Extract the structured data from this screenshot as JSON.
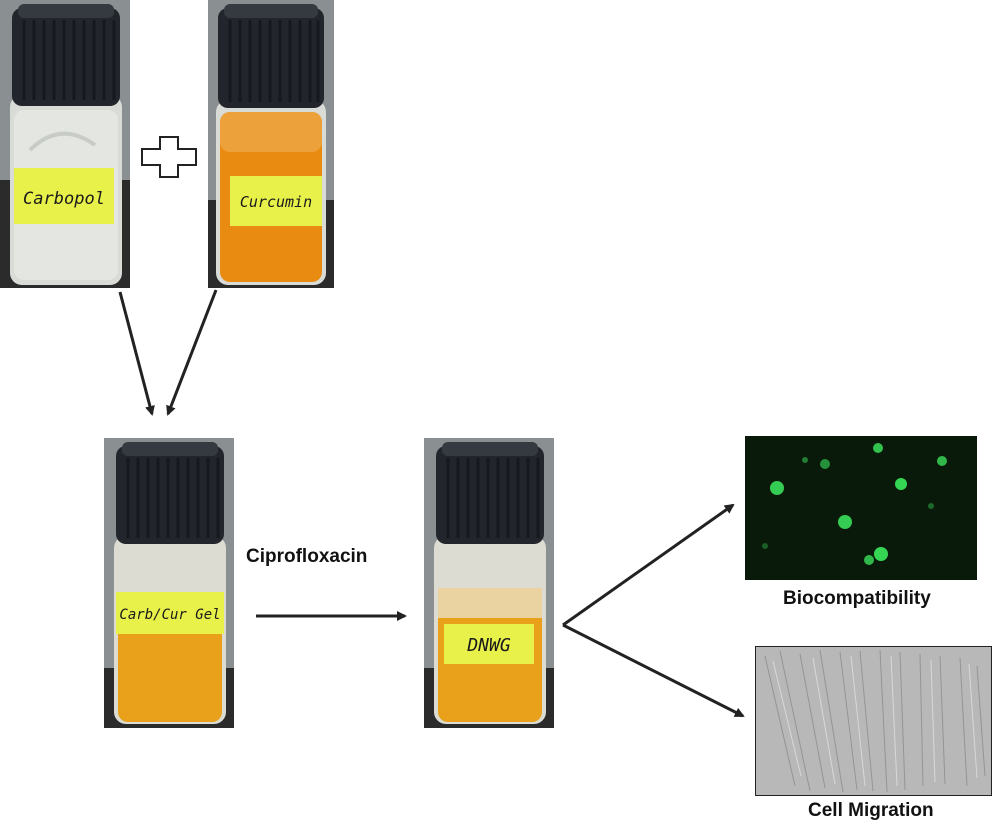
{
  "vials": {
    "carbopol": {
      "label": "Carbopol"
    },
    "curcumin": {
      "label": "Curcumin"
    },
    "carb_cur_gel": {
      "label": "Carb/Cur Gel"
    },
    "dnwg": {
      "label": "DNWG"
    }
  },
  "operator": {
    "icon": "plus-icon"
  },
  "step_labels": {
    "ciprofloxacin": "Ciprofloxacin"
  },
  "outcomes": {
    "biocompatibility": "Biocompatibility",
    "cell_migration": "Cell Migration"
  },
  "colors": {
    "cap": "#22262c",
    "label_yellow": "#e8f04a",
    "curcumin_orange": "#e98b10",
    "gel_orange": "#e9a11c",
    "fluorescence_green": "#39e05a",
    "arrow": "#222222"
  }
}
